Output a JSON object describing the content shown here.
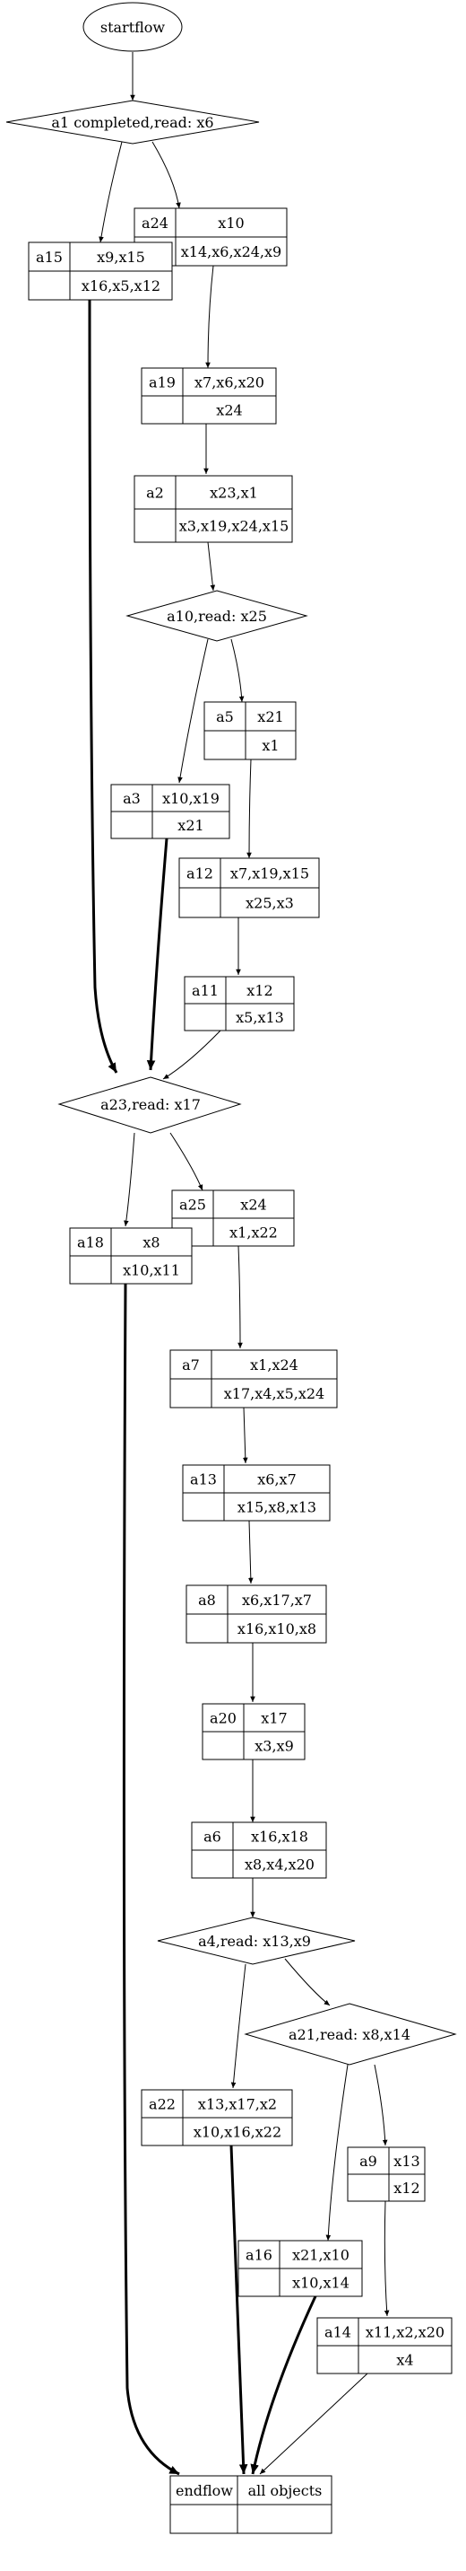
{
  "start": {
    "label": "startflow"
  },
  "decisions": {
    "d1": {
      "label": "a1 completed,read: x6"
    },
    "d10": {
      "label": "a10,read: x25"
    },
    "d23": {
      "label": "a23,read: x17"
    },
    "d4": {
      "label": "a4,read: x13,x9"
    },
    "d21": {
      "label": "a21,read: x8,x14"
    }
  },
  "nodes": {
    "a24": {
      "id": "a24",
      "top": "x10",
      "bottom": "x14,x6,x24,x9"
    },
    "a15": {
      "id": "a15",
      "top": "x9,x15",
      "bottom": "x16,x5,x12"
    },
    "a19": {
      "id": "a19",
      "top": "x7,x6,x20",
      "bottom": "x24"
    },
    "a2": {
      "id": "a2",
      "top": "x23,x1",
      "bottom": "x3,x19,x24,x15"
    },
    "a5": {
      "id": "a5",
      "top": "x21",
      "bottom": "x1"
    },
    "a3": {
      "id": "a3",
      "top": "x10,x19",
      "bottom": "x21"
    },
    "a12": {
      "id": "a12",
      "top": "x7,x19,x15",
      "bottom": "x25,x3"
    },
    "a11": {
      "id": "a11",
      "top": "x12",
      "bottom": "x5,x13"
    },
    "a25": {
      "id": "a25",
      "top": "x24",
      "bottom": "x1,x22"
    },
    "a18": {
      "id": "a18",
      "top": "x8",
      "bottom": "x10,x11"
    },
    "a7": {
      "id": "a7",
      "top": "x1,x24",
      "bottom": "x17,x4,x5,x24"
    },
    "a13": {
      "id": "a13",
      "top": "x6,x7",
      "bottom": "x15,x8,x13"
    },
    "a8": {
      "id": "a8",
      "top": "x6,x17,x7",
      "bottom": "x16,x10,x8"
    },
    "a20": {
      "id": "a20",
      "top": "x17",
      "bottom": "x3,x9"
    },
    "a6": {
      "id": "a6",
      "top": "x16,x18",
      "bottom": "x8,x4,x20"
    },
    "a22": {
      "id": "a22",
      "top": "x13,x17,x2",
      "bottom": "x10,x16,x22"
    },
    "a9": {
      "id": "a9",
      "top": "x13",
      "bottom": "x12"
    },
    "a16": {
      "id": "a16",
      "top": "x21,x10",
      "bottom": "x10,x14"
    },
    "a14": {
      "id": "a14",
      "top": "x11,x2,x20",
      "bottom": "x4"
    }
  },
  "end": {
    "left": "endflow",
    "right": "all objects"
  }
}
